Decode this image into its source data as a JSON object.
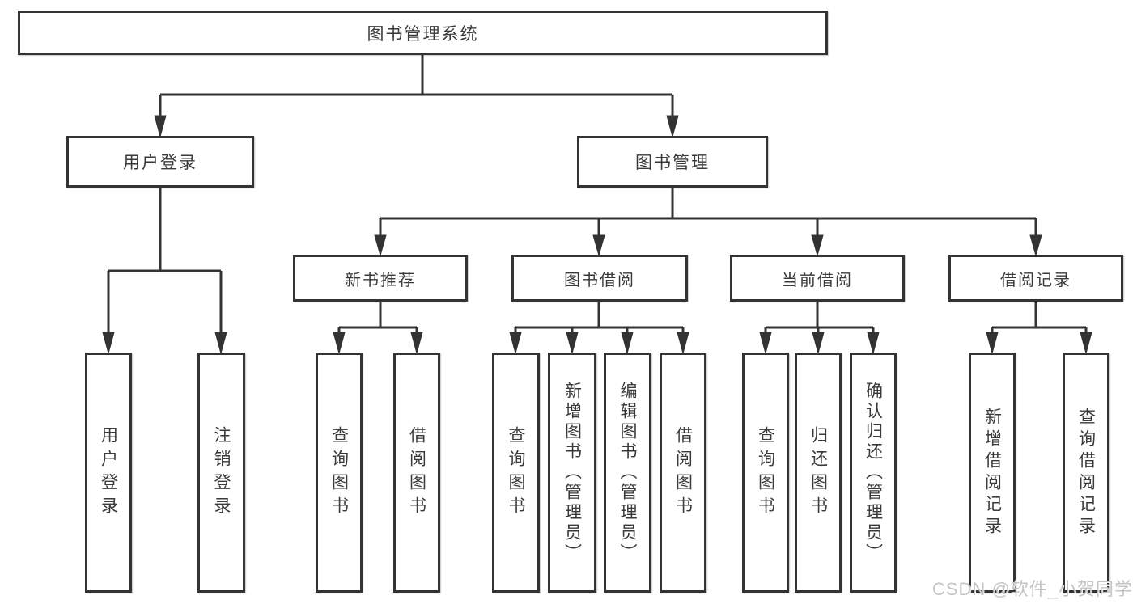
{
  "diagram": {
    "root": {
      "label": "图书管理系统"
    },
    "branches": [
      {
        "label": "用户登录",
        "children": [
          {
            "label": "用户登录"
          },
          {
            "label": "注销登录"
          }
        ]
      },
      {
        "label": "图书管理",
        "children": [
          {
            "label": "新书推荐",
            "children": [
              {
                "label": "查询图书"
              },
              {
                "label": "借阅图书"
              }
            ]
          },
          {
            "label": "图书借阅",
            "children": [
              {
                "label": "查询图书"
              },
              {
                "label": "新增图书（管理员）"
              },
              {
                "label": "编辑图书（管理员）"
              },
              {
                "label": "借阅图书"
              }
            ]
          },
          {
            "label": "当前借阅",
            "children": [
              {
                "label": "查询图书"
              },
              {
                "label": "归还图书"
              },
              {
                "label": "确认归还（管理员）"
              }
            ]
          },
          {
            "label": "借阅记录",
            "children": [
              {
                "label": "新增借阅记录"
              },
              {
                "label": "查询借阅记录"
              }
            ]
          }
        ]
      }
    ]
  },
  "watermark": {
    "text": "CSDN @软件_小贺同学"
  },
  "colors": {
    "line": "#333333",
    "border": "#333333",
    "text": "#3a3a3a",
    "watermark": "#c4c4c4",
    "background": "#ffffff"
  }
}
